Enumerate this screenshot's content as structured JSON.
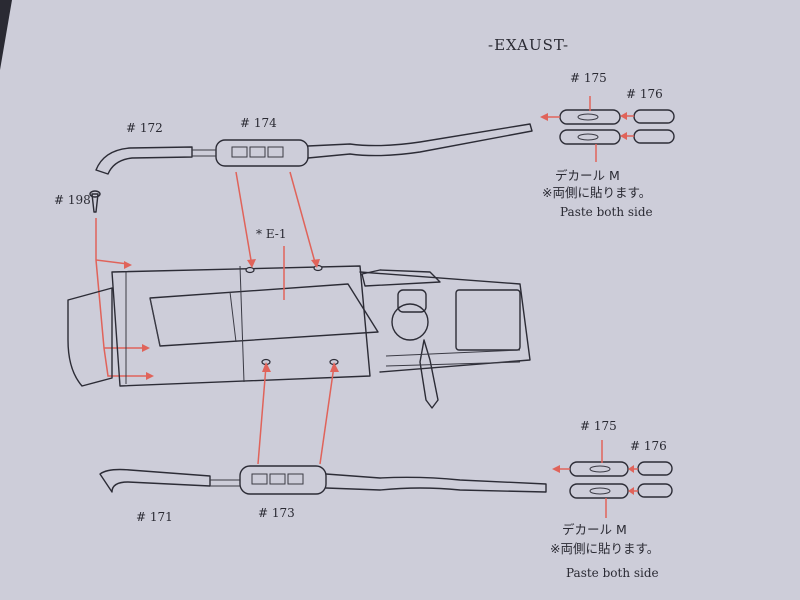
{
  "title": "-EXAUST-",
  "parts": {
    "p172": "# 172",
    "p174": "# 174",
    "p175_top": "# 175",
    "p176_top": "# 176",
    "p198": "# 198",
    "e1": "* E-1",
    "p171": "# 171",
    "p173": "# 173",
    "p175_bottom": "# 175",
    "p176_bottom": "# 176"
  },
  "notes": {
    "top": {
      "decal": "デカール M",
      "jp": "※両側に貼ります。",
      "en": "Paste both side"
    },
    "bottom": {
      "decal": "デカール M",
      "jp": "※両側に貼ります。",
      "en": "Paste both side"
    }
  },
  "colors": {
    "paper": "#cdcdd9",
    "ink": "#2c2c36",
    "leader": "#e0635a",
    "background": "#2a2a33"
  }
}
